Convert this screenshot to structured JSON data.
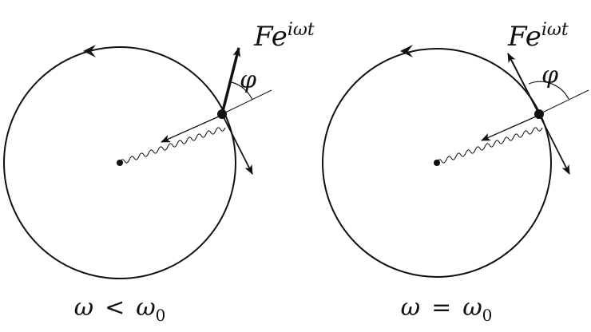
{
  "panels": [
    {
      "id": "left",
      "force_label": {
        "base": "Fe",
        "exponent": "iωt"
      },
      "angle_label": "φ",
      "caption": {
        "lhs": "ω",
        "relation": "<",
        "rhs": "ω",
        "rhs_sub": "0"
      }
    },
    {
      "id": "right",
      "force_label": {
        "base": "Fe",
        "exponent": "iωt"
      },
      "angle_label": "φ",
      "caption": {
        "lhs": "ω",
        "relation": "=",
        "rhs": "ω",
        "rhs_sub": "0"
      }
    }
  ],
  "colors": {
    "ink": "#111111",
    "background": "#ffffff"
  }
}
